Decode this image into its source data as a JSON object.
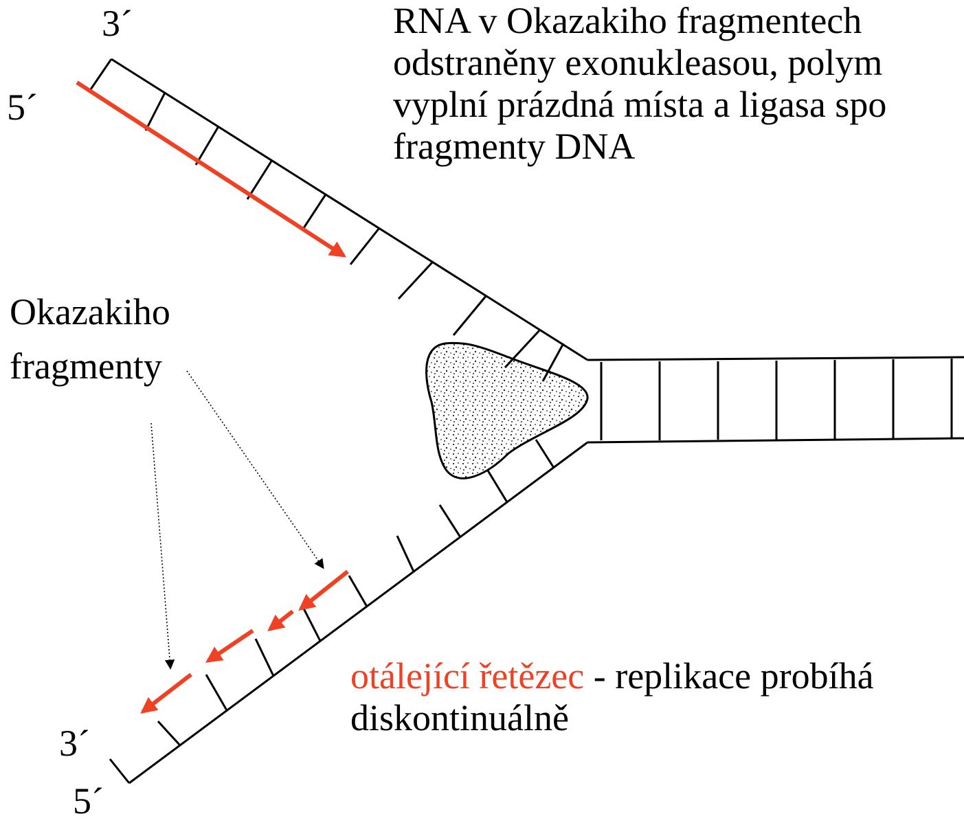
{
  "colors": {
    "ink": "#000000",
    "arrow": "#ef4123",
    "enzyme_fill": "#ececec"
  },
  "labels": {
    "top_three_prime": "3´",
    "top_five_prime": "5´",
    "bottom_three_prime": "3´",
    "bottom_five_prime": "5´",
    "okazaki_line1": "Okazakiho",
    "okazaki_line2": "fragmenty"
  },
  "note": {
    "line1": "RNA v Okazakiho fragmentech",
    "line2": "odstraněny exonukleasou, polym",
    "line3": "vyplní prázdná místa a ligasa spo",
    "line4": "fragmenty DNA"
  },
  "lagging": {
    "highlight": "otálející řetězec",
    "rest": " - replikace probíhá",
    "line2": "diskontinuálně"
  }
}
